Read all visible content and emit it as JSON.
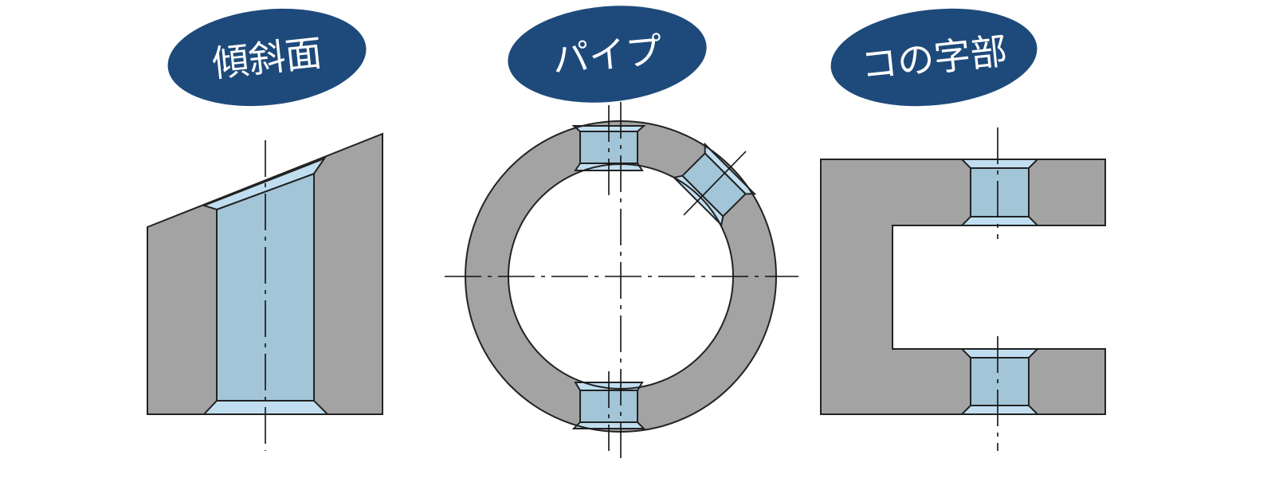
{
  "colors": {
    "badge": "#1e4a7b",
    "label_text": "#ffffff",
    "material": "#a3a3a3",
    "hole": "#a2c5d7",
    "chamfer": "#c0def0",
    "outline": "#222222"
  },
  "labels": {
    "inclined_surface": "傾斜面",
    "pipe": "パイプ",
    "channel": "コの字部"
  }
}
